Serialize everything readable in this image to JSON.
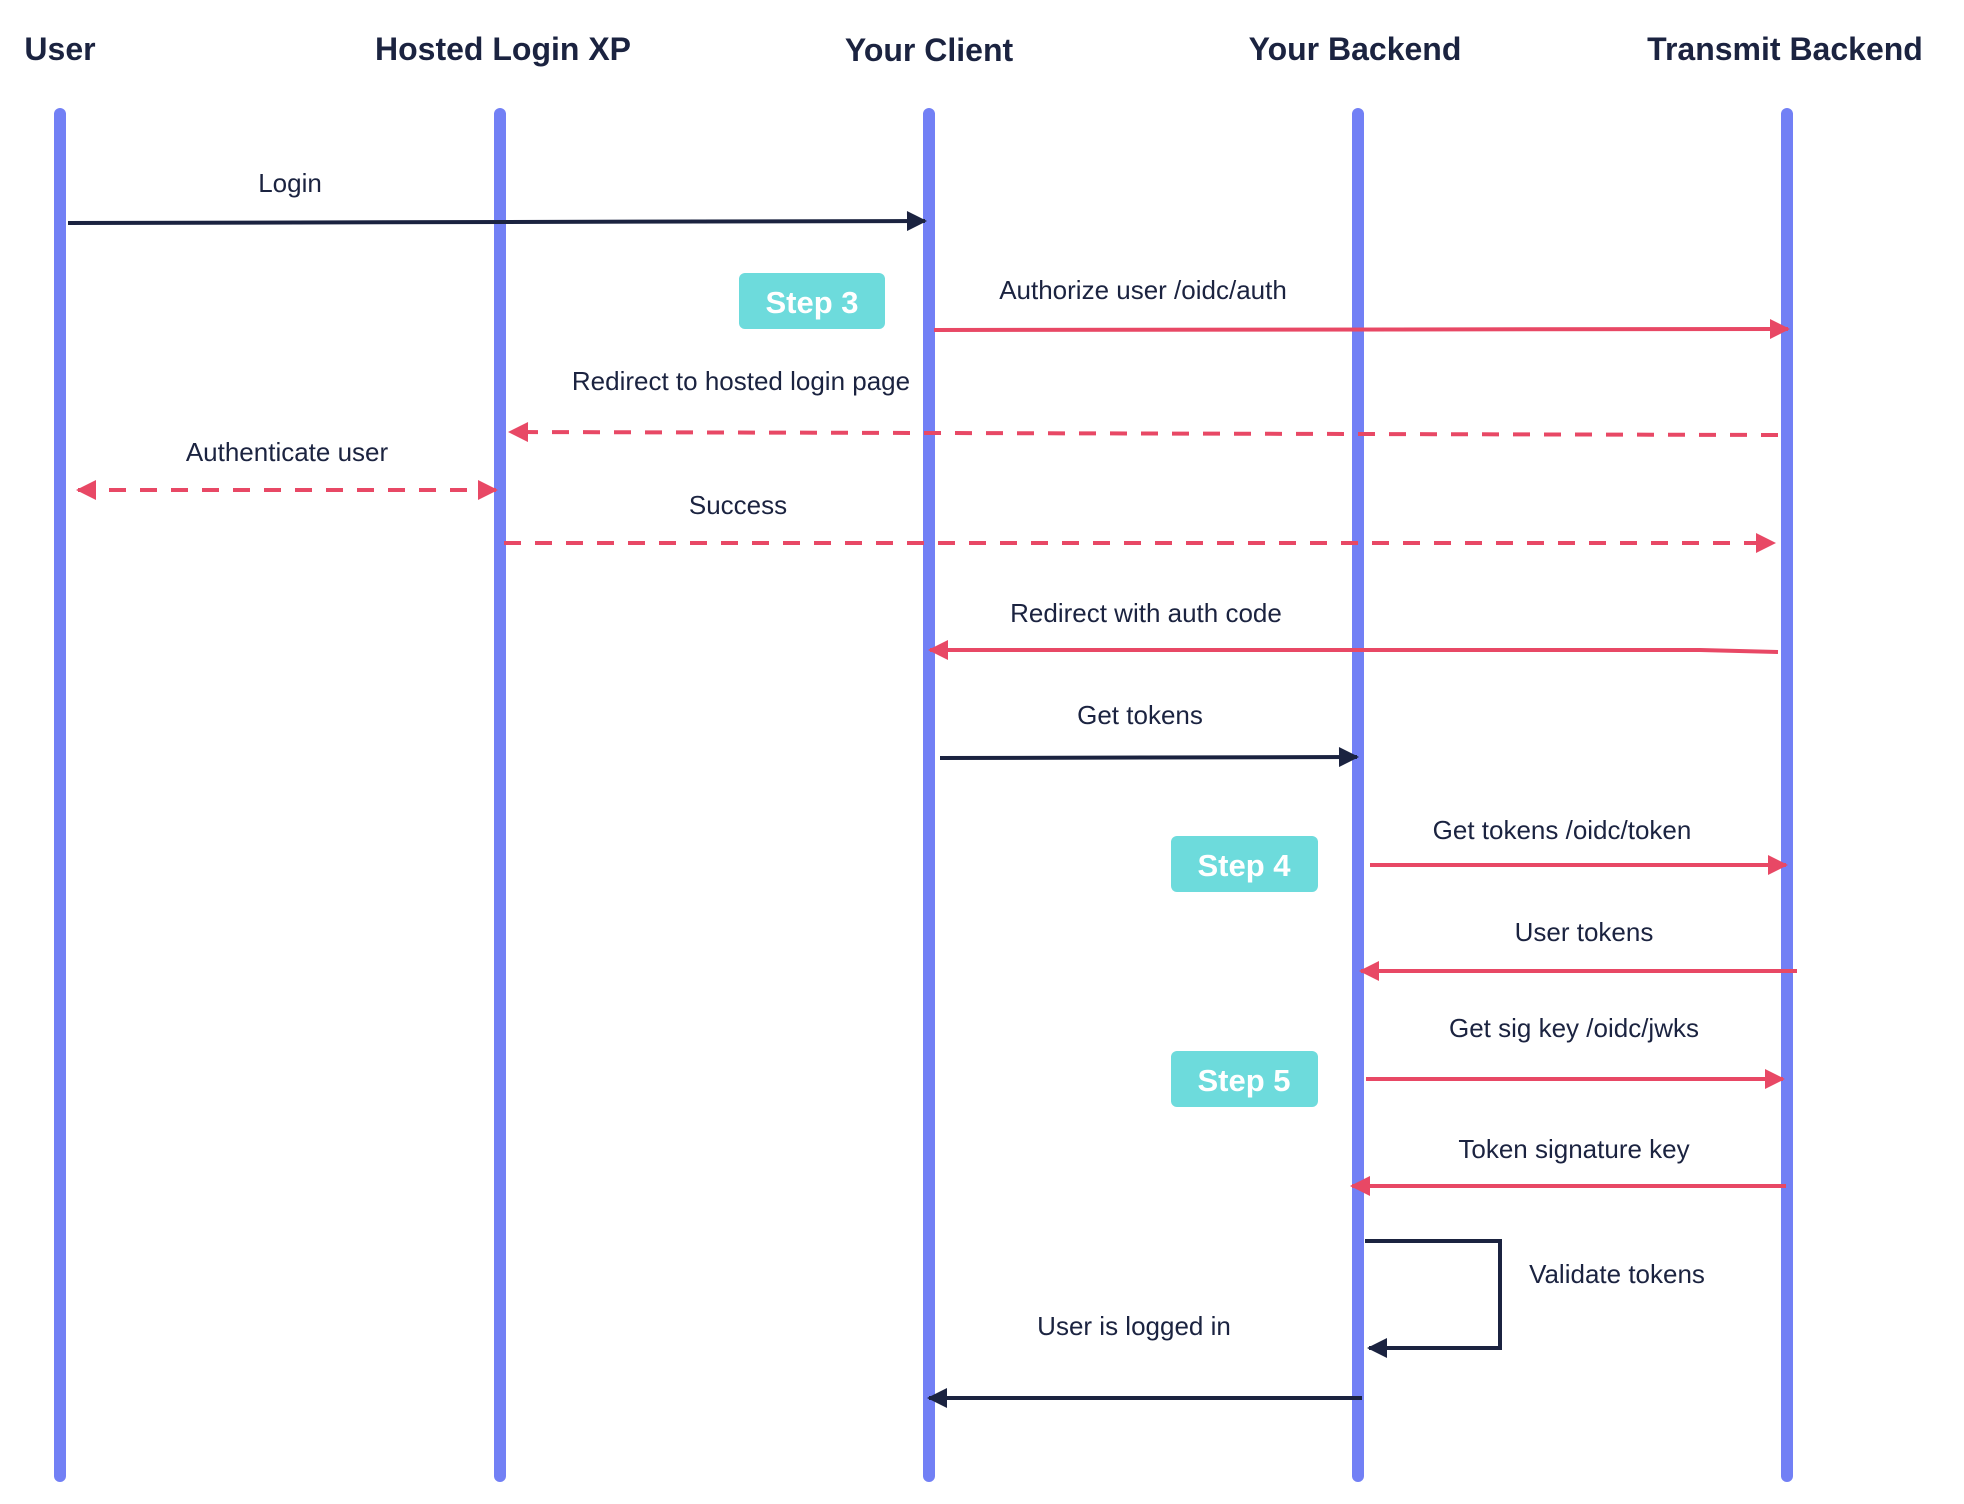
{
  "diagram": {
    "participants": [
      {
        "id": "user",
        "label": "User"
      },
      {
        "id": "hosted",
        "label": "Hosted Login XP"
      },
      {
        "id": "client",
        "label": "Your Client"
      },
      {
        "id": "backend",
        "label": "Your Backend"
      },
      {
        "id": "transmit",
        "label": "Transmit Backend"
      }
    ],
    "messages": [
      {
        "id": "login",
        "label": "Login",
        "from": "user",
        "to": "client",
        "style": "solid",
        "color": "#1b2340"
      },
      {
        "id": "authorize",
        "label": "Authorize user /oidc/auth",
        "from": "client",
        "to": "transmit",
        "style": "solid",
        "color": "#e84865"
      },
      {
        "id": "redirect-hosted",
        "label": "Redirect to hosted login page",
        "from": "transmit",
        "to": "hosted",
        "style": "dashed",
        "color": "#e84865"
      },
      {
        "id": "authenticate",
        "label": "Authenticate user",
        "from": "user",
        "to": "hosted",
        "style": "dashed",
        "color": "#e84865",
        "bidirectional": true
      },
      {
        "id": "success",
        "label": "Success",
        "from": "hosted",
        "to": "transmit",
        "style": "dashed",
        "color": "#e84865"
      },
      {
        "id": "redirect-code",
        "label": "Redirect with auth code",
        "from": "transmit",
        "to": "client",
        "style": "solid",
        "color": "#e84865"
      },
      {
        "id": "get-tokens",
        "label": "Get tokens",
        "from": "client",
        "to": "backend",
        "style": "solid",
        "color": "#1b2340"
      },
      {
        "id": "get-tokens-oidc",
        "label": "Get tokens /oidc/token",
        "from": "backend",
        "to": "transmit",
        "style": "solid",
        "color": "#e84865"
      },
      {
        "id": "user-tokens",
        "label": "User tokens",
        "from": "transmit",
        "to": "backend",
        "style": "solid",
        "color": "#e84865"
      },
      {
        "id": "get-sig-key",
        "label": "Get sig key /oidc/jwks",
        "from": "backend",
        "to": "transmit",
        "style": "solid",
        "color": "#e84865"
      },
      {
        "id": "token-sig-key",
        "label": "Token signature key",
        "from": "transmit",
        "to": "backend",
        "style": "solid",
        "color": "#e84865"
      },
      {
        "id": "validate",
        "label": "Validate tokens",
        "from": "backend",
        "to": "backend",
        "style": "self",
        "color": "#1b2340"
      },
      {
        "id": "logged-in",
        "label": "User is logged in",
        "from": "backend",
        "to": "client",
        "style": "solid",
        "color": "#1b2340"
      }
    ],
    "steps": [
      {
        "id": "step3",
        "label": "Step 3"
      },
      {
        "id": "step4",
        "label": "Step 4"
      },
      {
        "id": "step5",
        "label": "Step 5"
      }
    ],
    "colors": {
      "lifeline": "#7280f5",
      "dark_arrow": "#1b2340",
      "red_arrow": "#e84865",
      "step_badge": "#6ddbdc",
      "title_text": "#1b2340"
    }
  }
}
